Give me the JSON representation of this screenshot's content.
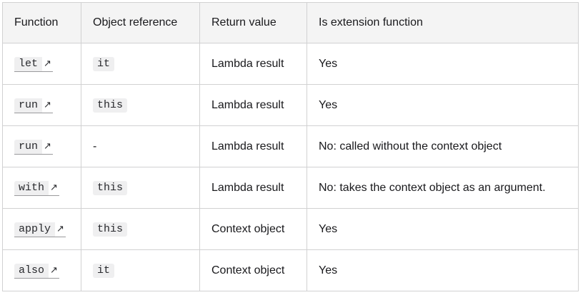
{
  "table": {
    "headers": [
      "Function",
      "Object reference",
      "Return value",
      "Is extension function"
    ],
    "rows": [
      {
        "function": "let",
        "object_reference": "it",
        "object_reference_is_code": true,
        "return_value": "Lambda result",
        "is_extension": "Yes"
      },
      {
        "function": "run",
        "object_reference": "this",
        "object_reference_is_code": true,
        "return_value": "Lambda result",
        "is_extension": "Yes"
      },
      {
        "function": "run",
        "object_reference": "-",
        "object_reference_is_code": false,
        "return_value": "Lambda result",
        "is_extension": "No: called without the context object"
      },
      {
        "function": "with",
        "object_reference": "this",
        "object_reference_is_code": true,
        "return_value": "Lambda result",
        "is_extension": "No: takes the context object as an argument."
      },
      {
        "function": "apply",
        "object_reference": "this",
        "object_reference_is_code": true,
        "return_value": "Context object",
        "is_extension": "Yes"
      },
      {
        "function": "also",
        "object_reference": "it",
        "object_reference_is_code": true,
        "return_value": "Context object",
        "is_extension": "Yes"
      }
    ]
  },
  "icons": {
    "external_link": "external-link-arrow-icon"
  },
  "colors": {
    "header_bg": "#f4f4f4",
    "border": "#d1d1d2",
    "code_bg": "#efeff0",
    "text": "#19191c"
  }
}
